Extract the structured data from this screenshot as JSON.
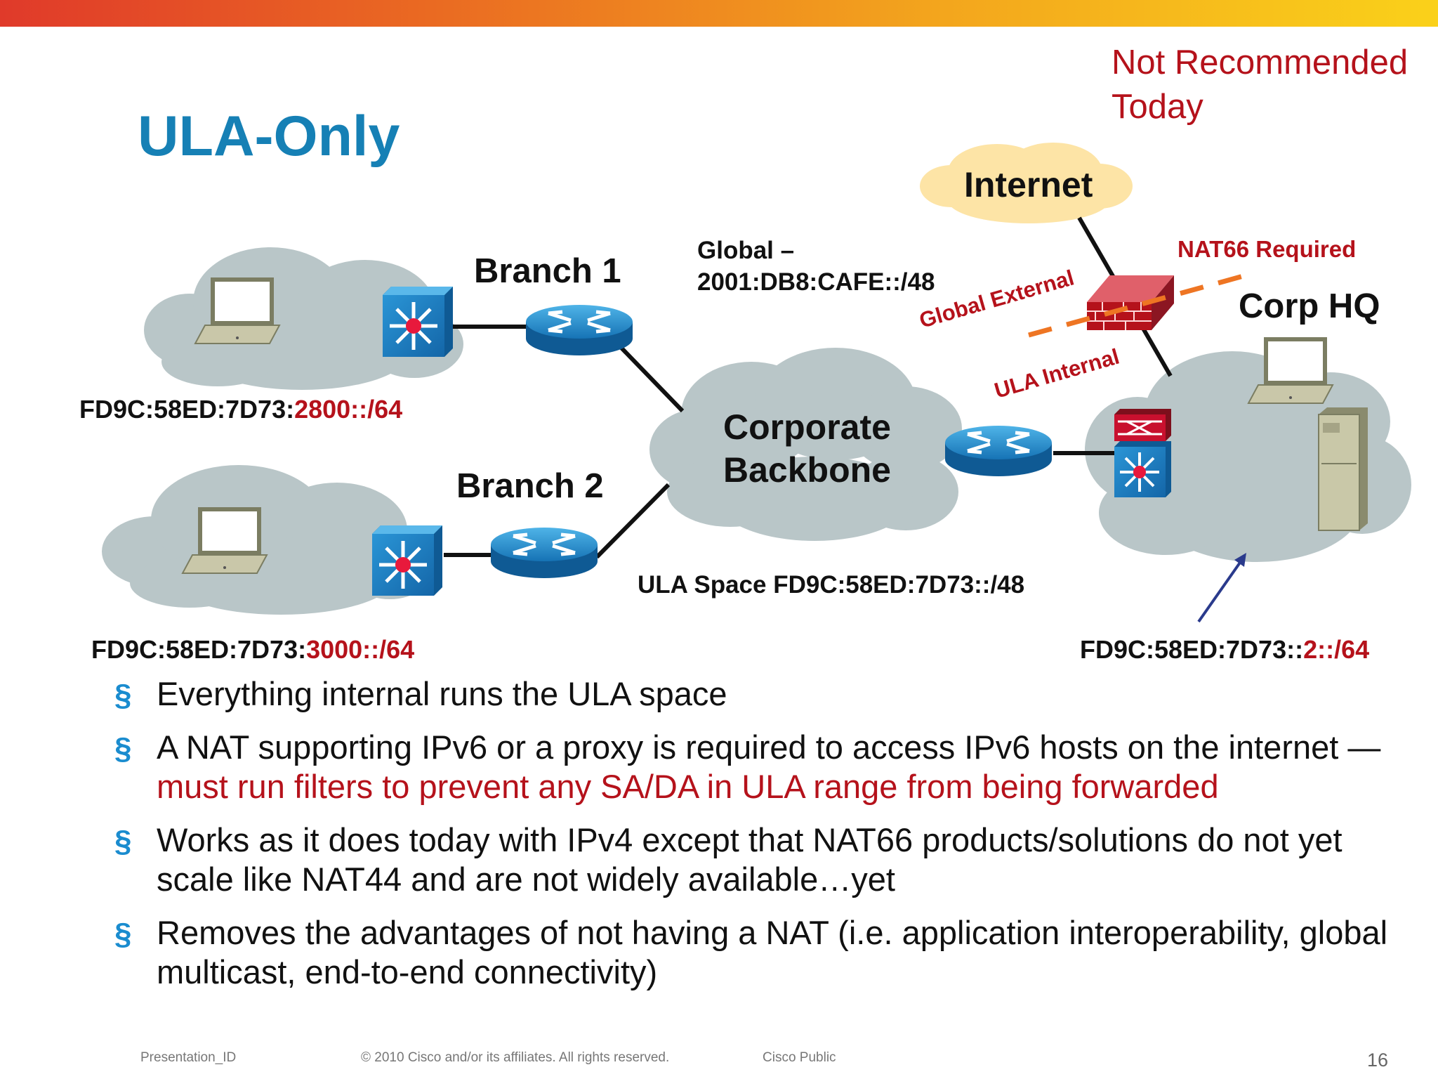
{
  "title": "ULA-Only",
  "status_note": [
    "Not Recommended",
    "Today"
  ],
  "diagram": {
    "internet": "Internet",
    "branch1": "Branch 1",
    "branch2": "Branch 2",
    "backbone": [
      "Corporate",
      "Backbone"
    ],
    "corp_hq": "Corp HQ",
    "global_prefix": [
      "Global –",
      "2001:DB8:CAFE::/48"
    ],
    "nat66": "NAT66 Required",
    "global_external": "Global External",
    "ula_internal": "ULA Internal",
    "ula_space": "ULA Space FD9C:58ED:7D73::/48",
    "branch1_prefix": {
      "base": "FD9C:58ED:7D73:",
      "subnet": "2800::/64"
    },
    "branch2_prefix": {
      "base": "FD9C:58ED:7D73:",
      "subnet": "3000::/64"
    },
    "hq_prefix": {
      "base": "FD9C:58ED:7D73::",
      "subnet": "2::/64"
    }
  },
  "bullets": {
    "b1": "Everything internal runs the ULA space",
    "b2_plain": "A NAT supporting IPv6 or a proxy is required to access IPv6 hosts on the internet — ",
    "b2_red": "must run filters to prevent any SA/DA in ULA range from being forwarded",
    "b3": "Works as it does today with IPv4 except that NAT66 products/solutions do not yet scale like NAT44 and are not widely available…yet",
    "b4": "Removes the advantages of not having a NAT (i.e. application interoperability, global multicast, end-to-end connectivity)",
    "marker": "§"
  },
  "footer": {
    "presentation_id": "Presentation_ID",
    "copyright": "© 2010 Cisco and/or its affiliates. All rights reserved.",
    "classification": "Cisco Public",
    "page": "16"
  },
  "colors": {
    "title": "#1680b5",
    "accent_red": "#b5121b",
    "cloud": "#b9c6c8",
    "internet_cloud": "#fde4a6",
    "device_blue": "#1a7fc1",
    "nat_dash": "#ee7523"
  }
}
